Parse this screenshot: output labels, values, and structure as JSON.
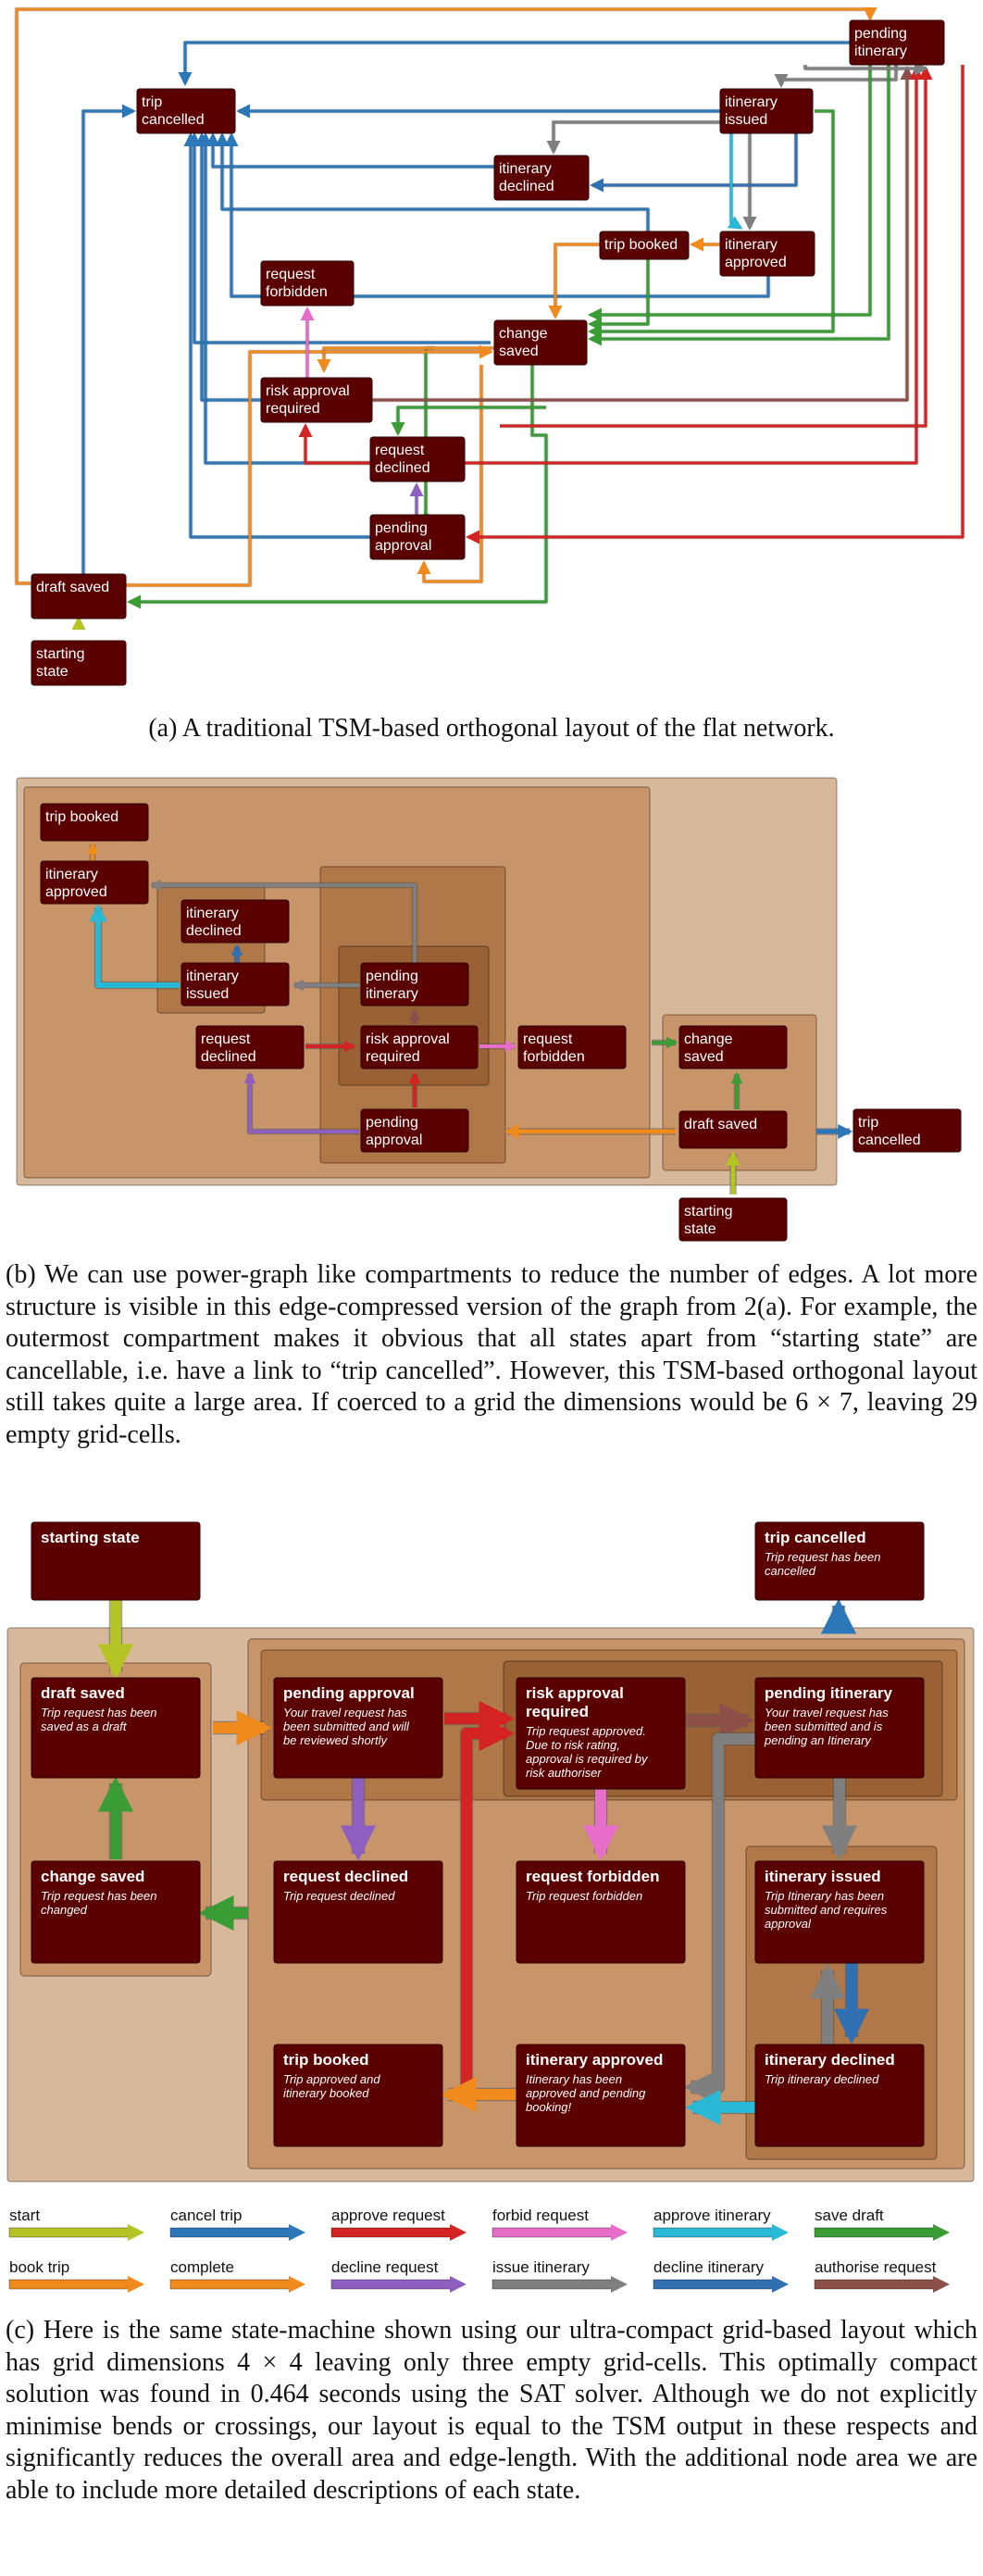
{
  "colors": {
    "node_fill": "#5a0000",
    "node_text": "#ffffff",
    "compartment_outer": "#d8b89a",
    "compartment_1": "#c8956b",
    "compartment_2": "#b07848",
    "compartment_3": "#9a6234",
    "start": "#b5c425",
    "cancel_trip": "#2c77b8",
    "approve_request": "#d42323",
    "forbid_request": "#e66dc8",
    "approve_itinerary": "#29b8d6",
    "save_draft": "#3a9c35",
    "book_trip": "#f08a1c",
    "complete": "#f08a1c",
    "decline_request": "#8e5fc0",
    "issue_itinerary": "#7f7f7f",
    "decline_itinerary": "#2f6fb2",
    "authorise_request": "#8c5048"
  },
  "panel_a": {
    "caption": "(a) A traditional TSM-based orthogonal layout of the flat network.",
    "nodes": {
      "pending_itinerary": [
        "pending",
        "itinerary"
      ],
      "trip_cancelled": [
        "trip",
        "cancelled"
      ],
      "itinerary_issued": [
        "itinerary",
        "issued"
      ],
      "itinerary_declined": [
        "itinerary",
        "declined"
      ],
      "trip_booked": [
        "trip booked"
      ],
      "itinerary_approved": [
        "itinerary",
        "approved"
      ],
      "request_forbidden": [
        "request",
        "forbidden"
      ],
      "change_saved": [
        "change",
        "saved"
      ],
      "risk_approval_required": [
        "risk approval",
        "required"
      ],
      "request_declined": [
        "request",
        "declined"
      ],
      "pending_approval": [
        "pending",
        "approval"
      ],
      "draft_saved": [
        "draft saved"
      ],
      "starting_state": [
        "starting",
        "state"
      ]
    }
  },
  "panel_b": {
    "caption": "(b) We can use power-graph like compartments to reduce the number of edges. A lot more structure is visible in this edge-compressed version of the graph from 2(a). For example, the outermost compartment makes it obvious that all states apart from “starting state” are cancellable, i.e. have a link to “trip cancelled”. However, this TSM-based orthogonal layout still takes quite a large area. If coerced to a grid the dimensions would be 6 × 7, leaving 29 empty grid-cells.",
    "nodes": {
      "trip_booked": [
        "trip booked"
      ],
      "itinerary_approved": [
        "itinerary",
        "approved"
      ],
      "itinerary_declined": [
        "itinerary",
        "declined"
      ],
      "itinerary_issued": [
        "itinerary",
        "issued"
      ],
      "pending_itinerary": [
        "pending",
        "itinerary"
      ],
      "request_declined": [
        "request",
        "declined"
      ],
      "risk_approval_required": [
        "risk approval",
        "required"
      ],
      "request_forbidden": [
        "request",
        "forbidden"
      ],
      "change_saved": [
        "change",
        "saved"
      ],
      "pending_approval": [
        "pending",
        "approval"
      ],
      "draft_saved": [
        "draft saved"
      ],
      "trip_cancelled": [
        "trip",
        "cancelled"
      ],
      "starting_state": [
        "starting",
        "state"
      ]
    }
  },
  "panel_c": {
    "caption": "(c) Here is the same state-machine shown using our ultra-compact grid-based layout which has grid dimensions 4 × 4 leaving only three empty grid-cells. This optimally compact solution was found in 0.464 seconds using the SAT solver. Although we do not explicitly minimise bends or crossings, our layout is equal to the TSM output in these respects and significantly reduces the overall area and edge-length. With the additional node area we are able to include more detailed descriptions of each state.",
    "nodes": {
      "starting_state": {
        "title": "starting state",
        "desc": []
      },
      "trip_cancelled": {
        "title": "trip cancelled",
        "desc": [
          "Trip request has been",
          "cancelled"
        ]
      },
      "draft_saved": {
        "title": "draft saved",
        "desc": [
          "Trip request has been",
          "saved as a draft"
        ]
      },
      "pending_approval": {
        "title": "pending approval",
        "desc": [
          "Your travel request has",
          "been submitted and will",
          "be reviewed shortly"
        ]
      },
      "risk_approval_required": {
        "title": [
          "risk approval",
          "required"
        ],
        "desc": [
          "Trip request approved.",
          "Due to risk rating,",
          "approval is required by",
          "risk authoriser"
        ]
      },
      "pending_itinerary": {
        "title": "pending itinerary",
        "desc": [
          "Your travel request has",
          "been submitted and is",
          "pending an Itinerary"
        ]
      },
      "change_saved": {
        "title": "change saved",
        "desc": [
          "Trip request has been",
          "changed"
        ]
      },
      "request_declined": {
        "title": "request declined",
        "desc": [
          "Trip request declined"
        ]
      },
      "request_forbidden": {
        "title": "request forbidden",
        "desc": [
          "Trip request forbidden"
        ]
      },
      "itinerary_issued": {
        "title": "itinerary issued",
        "desc": [
          "Trip Itinerary has been",
          "submitted and requires",
          "approval"
        ]
      },
      "trip_booked": {
        "title": "trip booked",
        "desc": [
          "Trip approved and",
          "itinerary booked"
        ]
      },
      "itinerary_approved": {
        "title": "itinerary approved",
        "desc": [
          "Itinerary has been",
          "approved and pending",
          "booking!"
        ]
      },
      "itinerary_declined": {
        "title": "itinerary declined",
        "desc": [
          "Trip itinerary declined"
        ]
      }
    },
    "legend": [
      {
        "label": "start",
        "color": "#b5c425"
      },
      {
        "label": "cancel trip",
        "color": "#2c77b8"
      },
      {
        "label": "approve request",
        "color": "#d42323"
      },
      {
        "label": "forbid request",
        "color": "#e66dc8"
      },
      {
        "label": "approve itinerary",
        "color": "#29b8d6"
      },
      {
        "label": "save draft",
        "color": "#3a9c35"
      },
      {
        "label": "book trip",
        "color": "#f08a1c"
      },
      {
        "label": "complete",
        "color": "#f08a1c"
      },
      {
        "label": "decline request",
        "color": "#8e5fc0"
      },
      {
        "label": "issue itinerary",
        "color": "#7f7f7f"
      },
      {
        "label": "decline itinerary",
        "color": "#2f6fb2"
      },
      {
        "label": "authorise request",
        "color": "#8c5048"
      }
    ]
  }
}
